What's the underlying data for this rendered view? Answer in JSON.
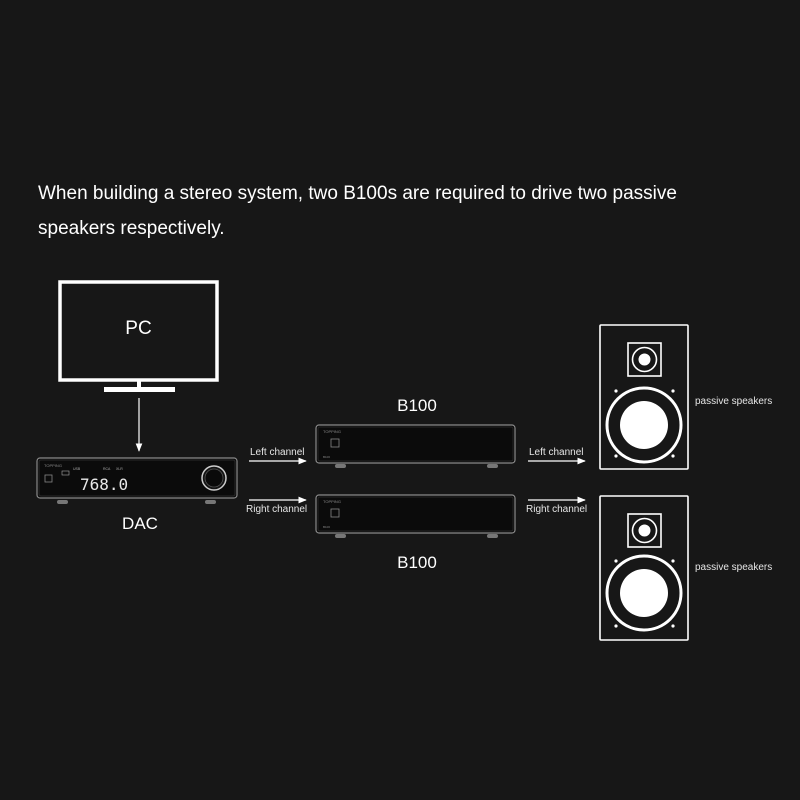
{
  "headline": {
    "line1": "When building a stereo system, two B100s are required to drive two passive",
    "line2": "speakers respectively."
  },
  "pc": {
    "label": "PC"
  },
  "dac": {
    "label": "DAC",
    "display": "768.0"
  },
  "amplifiers": [
    {
      "label": "B100"
    },
    {
      "label": "B100"
    }
  ],
  "channels": {
    "left_in": "Left channel",
    "right_in": "Right channel",
    "left_out": "Left channel",
    "right_out": "Right channel"
  },
  "speakers": [
    {
      "label": "passive speakers"
    },
    {
      "label": "passive speakers"
    }
  ],
  "colors": {
    "background": "#171717",
    "lines": "#ffffff",
    "device_body": "#0c0c0c"
  }
}
